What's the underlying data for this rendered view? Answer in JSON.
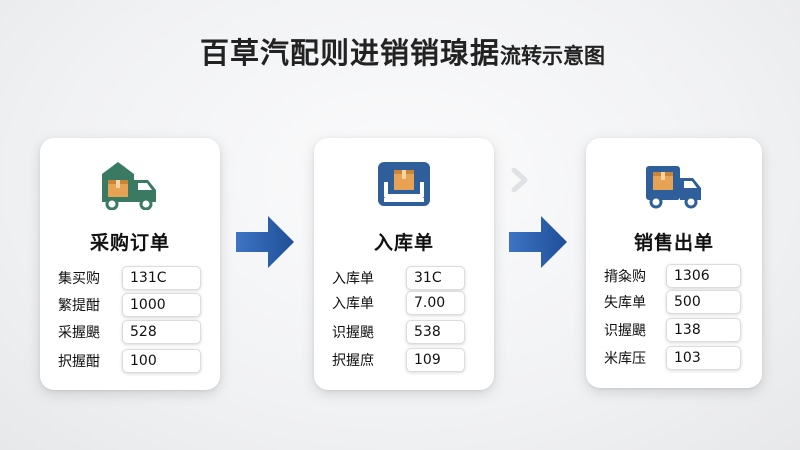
{
  "title": {
    "main": "百草汽配则进销销瑔据",
    "suffix": "流转示意图"
  },
  "colors": {
    "arrow": "#2a5aa6",
    "truck_green": "#3a7a62",
    "truck_blue": "#2f5f9b",
    "box": "#e8a253",
    "card_bg": "#ffffff"
  },
  "cards": [
    {
      "icon": "green-delivery-truck-icon",
      "title": "采购订单",
      "rows": [
        {
          "label": "集买购",
          "value": "131C"
        },
        {
          "label": "繁提酣",
          "value": "1000"
        },
        {
          "label": "采握颶",
          "value": "528"
        },
        {
          "label": "択握酣",
          "value": "100"
        }
      ]
    },
    {
      "icon": "warehouse-box-icon",
      "title": "入库单",
      "rows": [
        {
          "label": "入库单",
          "value": "31C"
        },
        {
          "label": "入库单",
          "value": "7.00"
        },
        {
          "label": "识握颶",
          "value": "538"
        },
        {
          "label": "択握庶",
          "value": "109"
        }
      ]
    },
    {
      "icon": "blue-delivery-truck-icon",
      "title": "销售出单",
      "rows": [
        {
          "label": "揹粂购",
          "value": "1306"
        },
        {
          "label": "失库单",
          "value": "500"
        },
        {
          "label": "识握颶",
          "value": "138"
        },
        {
          "label": "米库压",
          "value": "103"
        }
      ]
    }
  ]
}
